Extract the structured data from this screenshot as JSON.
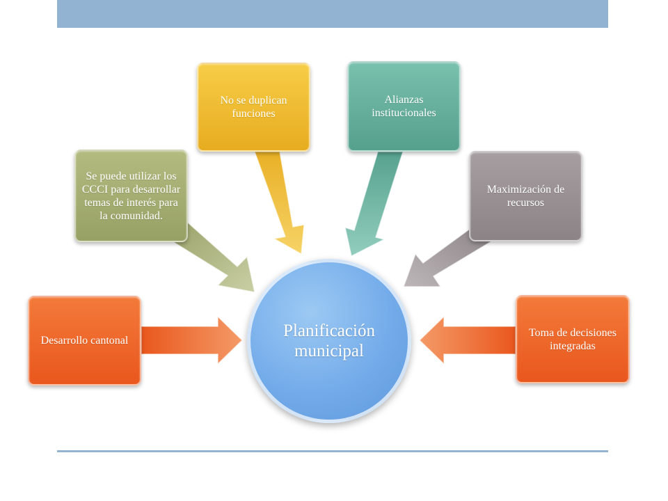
{
  "center": {
    "label": "Planificación municipal"
  },
  "nodes": [
    {
      "id": "desarrollo-cantonal",
      "label": "Desarrollo cantonal"
    },
    {
      "id": "utilizar-ccci",
      "label": "Se puede utilizar los CCCI para desarrollar temas de interés para la comunidad."
    },
    {
      "id": "no-duplican",
      "label": "No se duplican funciones"
    },
    {
      "id": "alianzas",
      "label": "Alianzas institucionales"
    },
    {
      "id": "maximizacion",
      "label": "Maximización de recursos"
    },
    {
      "id": "toma-decisiones",
      "label": "Toma de decisiones integradas"
    }
  ],
  "colors": {
    "orange": "#ee6a2b",
    "olive": "#a5ad72",
    "gold": "#efbd33",
    "teal": "#66b09d",
    "gray": "#999193",
    "center_blue": "#74acea",
    "rule_blue": "#93b3d3"
  }
}
